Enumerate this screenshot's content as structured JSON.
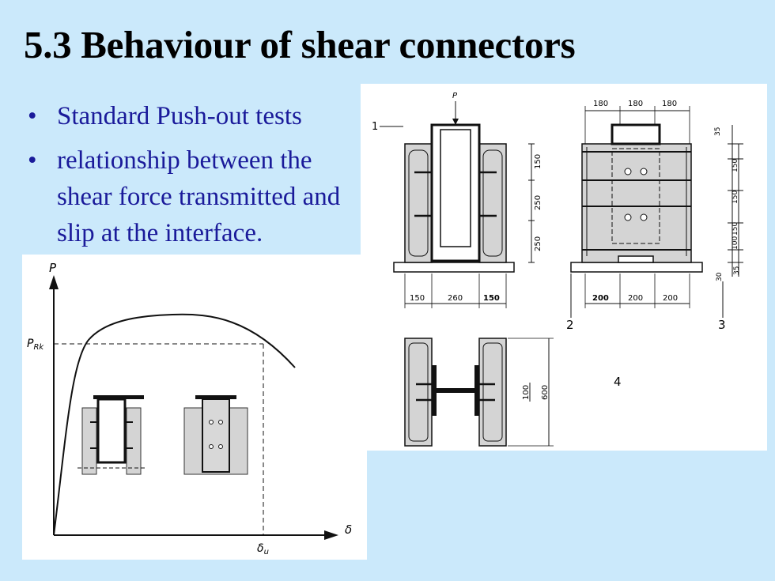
{
  "slide": {
    "title": "5.3 Behaviour of shear connectors",
    "bullets": [
      "Standard Push-out tests",
      "relationship between the shear force transmitted and slip at the interface."
    ]
  },
  "curve": {
    "y_axis_label": "P",
    "load_label": "P",
    "load_sub": "Rk",
    "x_axis_label": "δ",
    "slip_label": "δ",
    "slip_sub": "u"
  },
  "drawing": {
    "load": "P",
    "callouts": [
      "1",
      "2",
      "3",
      "4"
    ],
    "front_bottom_dims": [
      "150",
      "260",
      "150"
    ],
    "front_side_dims": [
      "150",
      "250",
      "250"
    ],
    "side_top_dims": [
      "180",
      "180",
      "180"
    ],
    "side_bottom_dims": [
      "200",
      "200",
      "200"
    ],
    "side_right_dims": [
      "35",
      "150",
      "150",
      "150",
      "100",
      "35",
      "30"
    ],
    "plan_dims": [
      "100",
      "600"
    ]
  },
  "colors": {
    "background": "#cbe9fb",
    "title": "#000000",
    "bullet_text": "#1a1a9a",
    "concrete": "#d4d4d4",
    "steel": "#1a1a1a"
  }
}
